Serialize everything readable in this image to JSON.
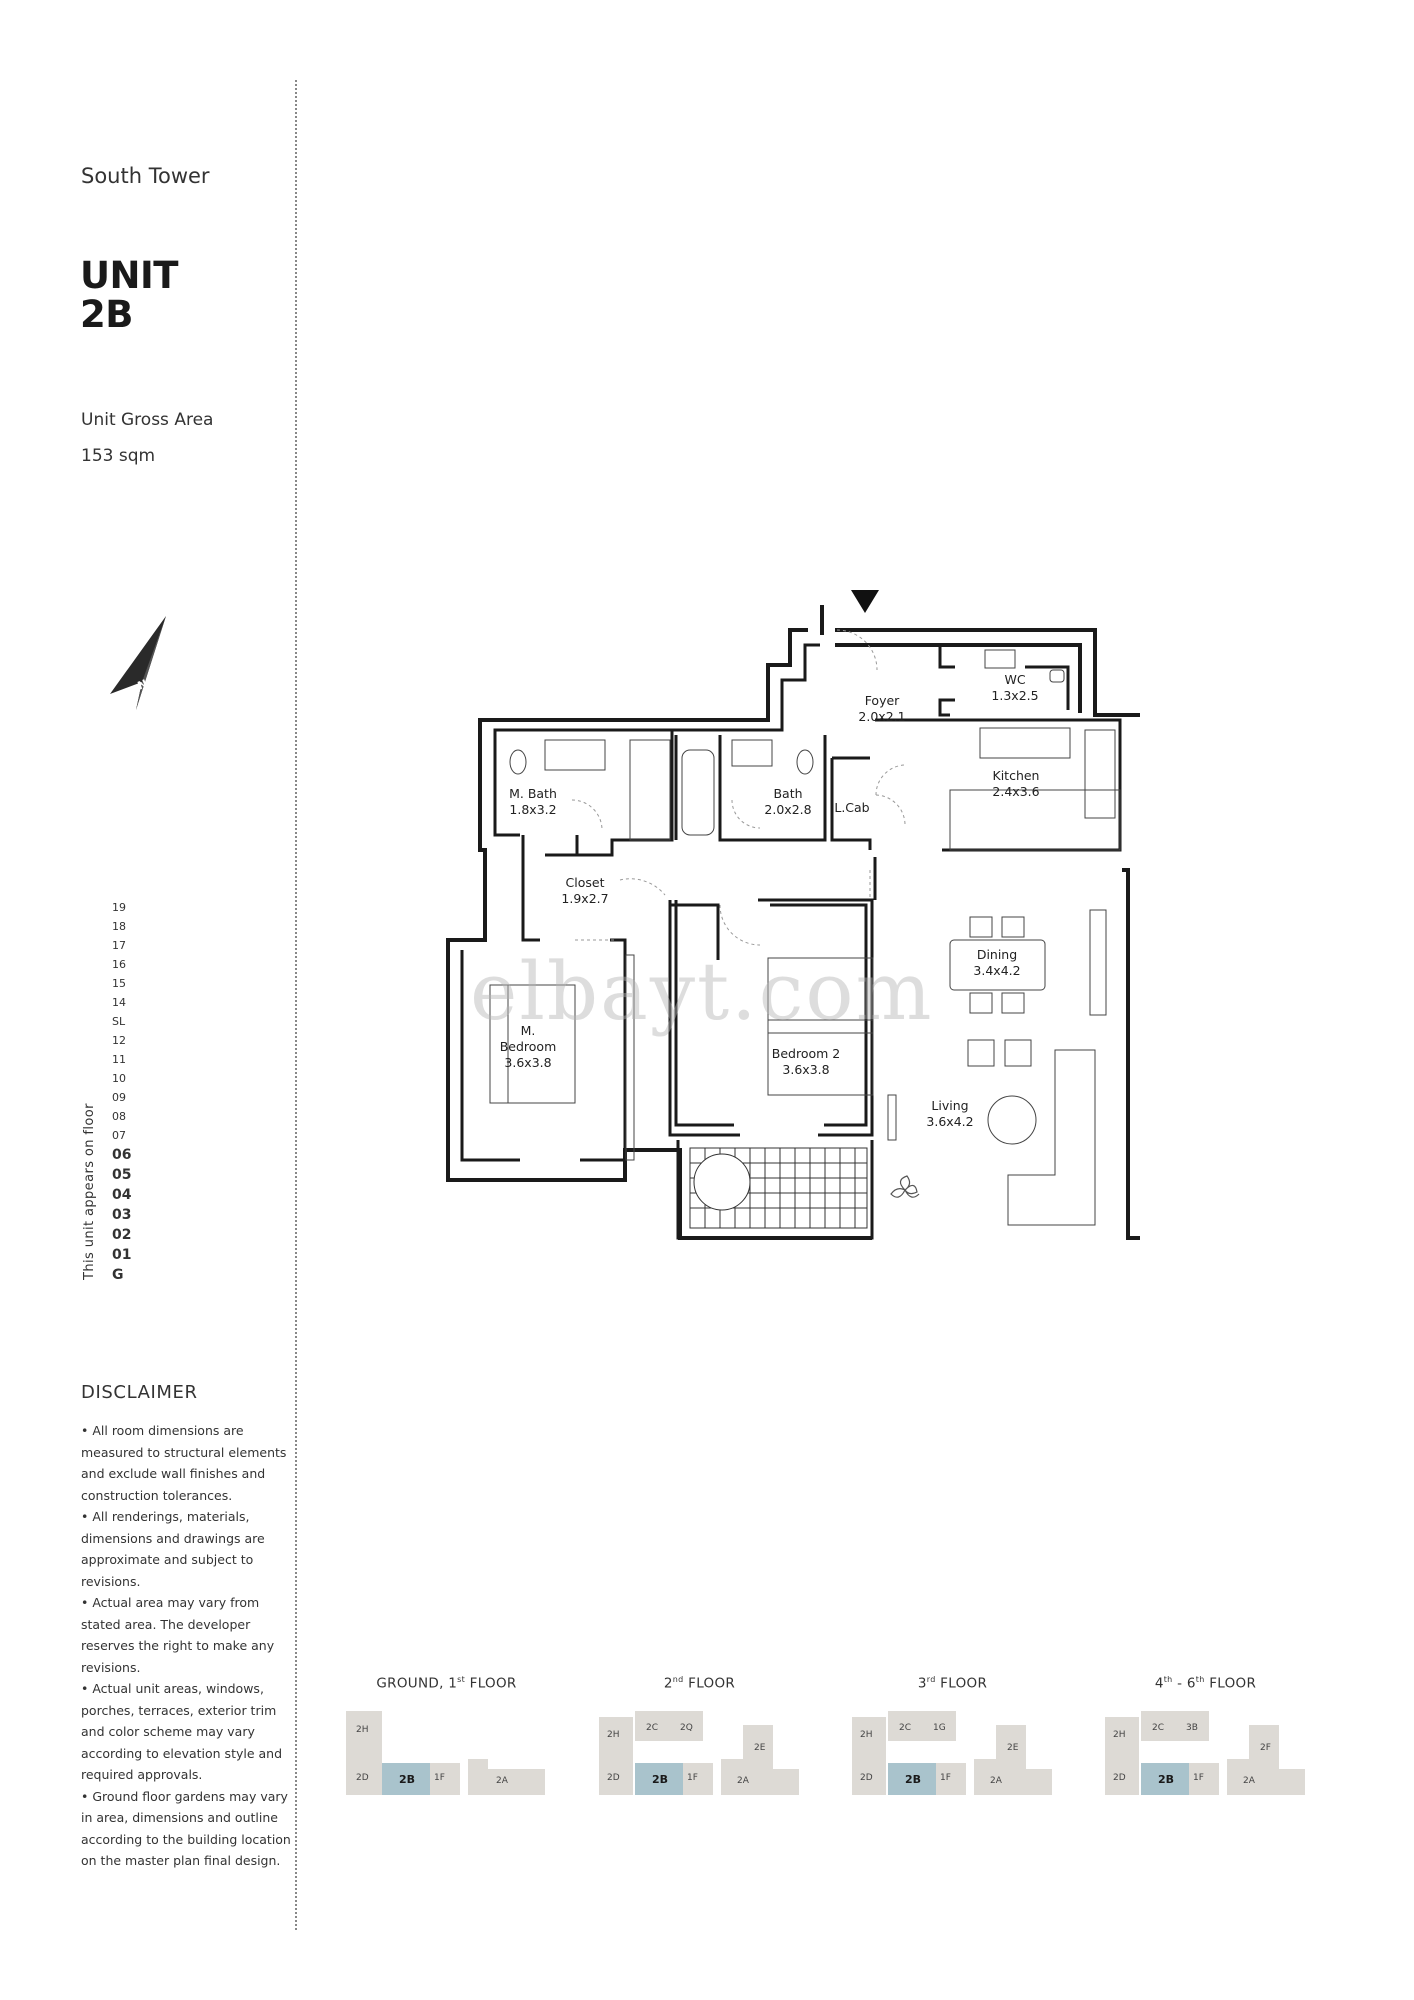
{
  "tower": "South Tower",
  "unit": {
    "line1": "UNIT",
    "line2": "2B"
  },
  "gross_area": {
    "label": "Unit Gross Area",
    "value": "153 sqm"
  },
  "compass": {
    "letter": "N"
  },
  "floors_caption": "This unit appears on floor",
  "floors": [
    {
      "label": "19",
      "bold": false
    },
    {
      "label": "18",
      "bold": false
    },
    {
      "label": "17",
      "bold": false
    },
    {
      "label": "16",
      "bold": false
    },
    {
      "label": "15",
      "bold": false
    },
    {
      "label": "14",
      "bold": false
    },
    {
      "label": "SL",
      "bold": false
    },
    {
      "label": "12",
      "bold": false
    },
    {
      "label": "11",
      "bold": false
    },
    {
      "label": "10",
      "bold": false
    },
    {
      "label": "09",
      "bold": false
    },
    {
      "label": "08",
      "bold": false
    },
    {
      "label": "07",
      "bold": false
    },
    {
      "label": "06",
      "bold": true
    },
    {
      "label": "05",
      "bold": true
    },
    {
      "label": "04",
      "bold": true
    },
    {
      "label": "03",
      "bold": true
    },
    {
      "label": "02",
      "bold": true
    },
    {
      "label": "01",
      "bold": true
    },
    {
      "label": "G",
      "bold": true
    }
  ],
  "disclaimer": {
    "title": "DISCLAIMER",
    "items": [
      "• All room dimensions are measured to structural elements and exclude wall finishes and construction tolerances.",
      "• All renderings, materials, dimensions and drawings are approximate and subject to revisions.",
      "• Actual area may vary from stated area. The developer reserves the right to make any revisions.",
      "• Actual unit areas, windows, porches, terraces, exterior trim and color scheme may vary according to elevation style and required approvals.",
      "• Ground floor gardens may vary in area, dimensions and outline according to the building location on the master plan final design."
    ]
  },
  "watermark": "elbayt.com",
  "rooms": {
    "foyer": {
      "name": "Foyer",
      "dims": "2.0x2.1"
    },
    "wc": {
      "name": "WC",
      "dims": "1.3x2.5"
    },
    "kitchen": {
      "name": "Kitchen",
      "dims": "2.4x3.6"
    },
    "mbath": {
      "name": "M. Bath",
      "dims": "1.8x3.2"
    },
    "bath": {
      "name": "Bath",
      "dims": "2.0x2.8"
    },
    "lcab": {
      "name": "L.Cab"
    },
    "closet": {
      "name": "Closet",
      "dims": "1.9x2.7"
    },
    "dining": {
      "name": "Dining",
      "dims": "3.4x4.2"
    },
    "mbedroom": {
      "name1": "M.",
      "name2": "Bedroom",
      "dims": "3.6x3.8"
    },
    "bedroom2": {
      "name": "Bedroom 2",
      "dims": "3.6x3.8"
    },
    "living": {
      "name": "Living",
      "dims": "3.6x4.2"
    }
  },
  "keyplans": [
    {
      "title": "GROUND, 1",
      "sup": "st",
      "suffix": " FLOOR",
      "units": [
        "2H",
        "2D",
        "2B",
        "1F",
        "2A"
      ]
    },
    {
      "title": "2",
      "sup": "nd",
      "suffix": " FLOOR",
      "units": [
        "2H",
        "2C",
        "2Q",
        "2E",
        "2D",
        "2B",
        "1F",
        "2A"
      ]
    },
    {
      "title": "3",
      "sup": "rd",
      "suffix": " FLOOR",
      "units": [
        "2H",
        "2C",
        "1G",
        "2E",
        "2D",
        "2B",
        "1F",
        "2A"
      ]
    },
    {
      "title": "4",
      "sup": "th",
      "mid": " - 6",
      "sup2": "th",
      "suffix": " FLOOR",
      "units": [
        "2H",
        "2C",
        "3B",
        "2F",
        "2D",
        "2B",
        "1F",
        "2A"
      ]
    }
  ],
  "colors": {
    "highlight": "#a9c3cc",
    "block": "#dddad5",
    "wall": "#1a1a1a"
  }
}
